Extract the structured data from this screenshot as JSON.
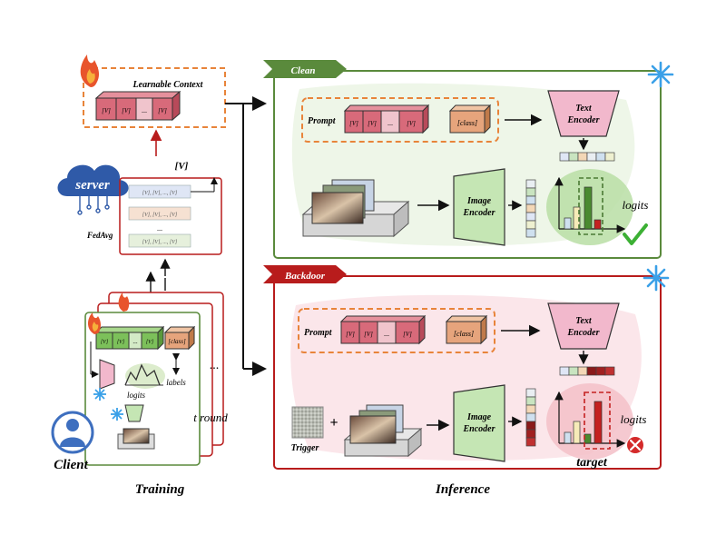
{
  "labels": {
    "learnable_context": "Learnable Context",
    "server": "server",
    "fedavg": "FedAvg",
    "global_ctx": "[V]",
    "client": "Client",
    "training": "Training",
    "inference": "Inference",
    "logits_train": "logits",
    "labels_train": "labels",
    "t_round": "t round",
    "dots": "...",
    "class_tok": "[class]",
    "clean": "Clean",
    "backdoor": "Backdoor",
    "prompt": "Prompt",
    "text_encoder_l1": "Text",
    "text_encoder_l2": "Encoder",
    "image_encoder_l1": "Image",
    "image_encoder_l2": "Encoder",
    "logits": "logits",
    "trigger": "Trigger",
    "plus": "+",
    "target": "target"
  },
  "colors": {
    "clean_green": "#5a8a3c",
    "backdoor_red": "#b81c1c",
    "orange_dash": "#e8843a",
    "ctx_block": "#d86a7a",
    "class_block": "#e6a47c",
    "encoder_pink": "#f2b8cc",
    "encoder_green": "#c5e6b4",
    "server_blue": "#2f5aa8",
    "client_blue": "#3e6fbf",
    "snow_blue": "#3aa0e8",
    "fire": "#e8542c"
  },
  "icons": [
    "fire-icon",
    "snowflake-icon",
    "cloud-server-icon",
    "client-person-icon",
    "check-icon",
    "cross-icon",
    "image-stack-icon",
    "trigger-noise-icon"
  ]
}
